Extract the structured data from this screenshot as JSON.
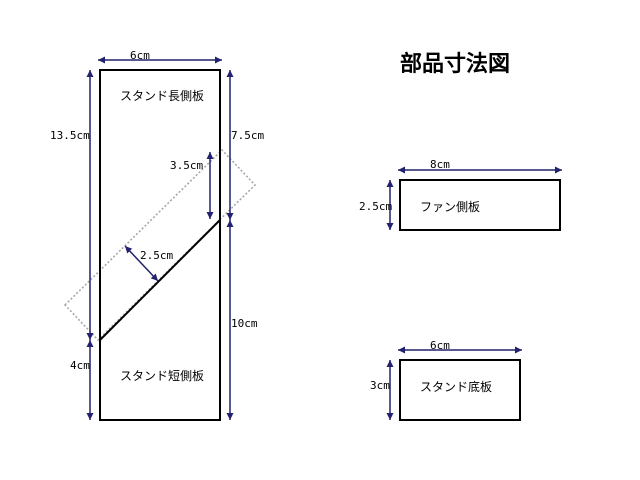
{
  "title": "部品寸法図",
  "colors": {
    "outline": "#000000",
    "dimension": "#22226e",
    "cut_guide": "#a8a8a8"
  },
  "stand_side": {
    "long_label": "スタンド長側板",
    "short_label": "スタンド短側板",
    "dims": {
      "width": "6cm",
      "left_upper": "13.5cm",
      "left_lower": "4cm",
      "right_upper": "7.5cm",
      "right_lower": "10cm",
      "inner_vertical": "3.5cm",
      "diagonal": "2.5cm"
    }
  },
  "fan_side": {
    "label": "ファン側板",
    "dims": {
      "width": "8cm",
      "height": "2.5cm"
    }
  },
  "stand_bottom": {
    "label": "スタンド底板",
    "dims": {
      "width": "6cm",
      "height": "3cm"
    }
  }
}
